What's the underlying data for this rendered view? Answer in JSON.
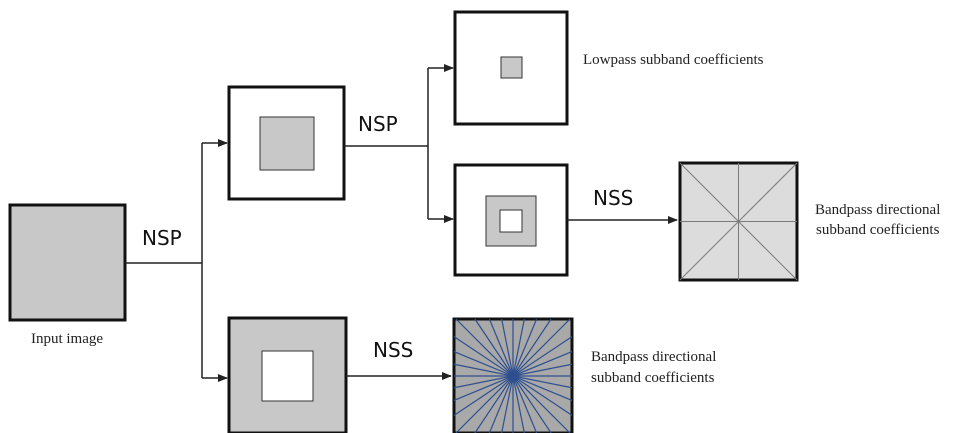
{
  "labels": {
    "input_image": "Input image",
    "nsp_1": "NSP",
    "nsp_2": "NSP",
    "nss_1": "NSS",
    "nss_2": "NSS",
    "lowpass": "Lowpass subband coefficients",
    "bandpass_top_line1": "Bandpass directional",
    "bandpass_top_line2": "subband coefficients",
    "bandpass_bottom_line1": "Bandpass directional",
    "bandpass_bottom_line2": "subband coefficients"
  },
  "colors": {
    "box_fill_gray": "#c8c8c8",
    "box_fill_white": "#ffffff",
    "directional_light_fill": "#dcdcdc",
    "directional_dark_fill": "#a9a9a9",
    "directional_blue_lines": "#2e4f8f",
    "line_color": "#222222"
  }
}
